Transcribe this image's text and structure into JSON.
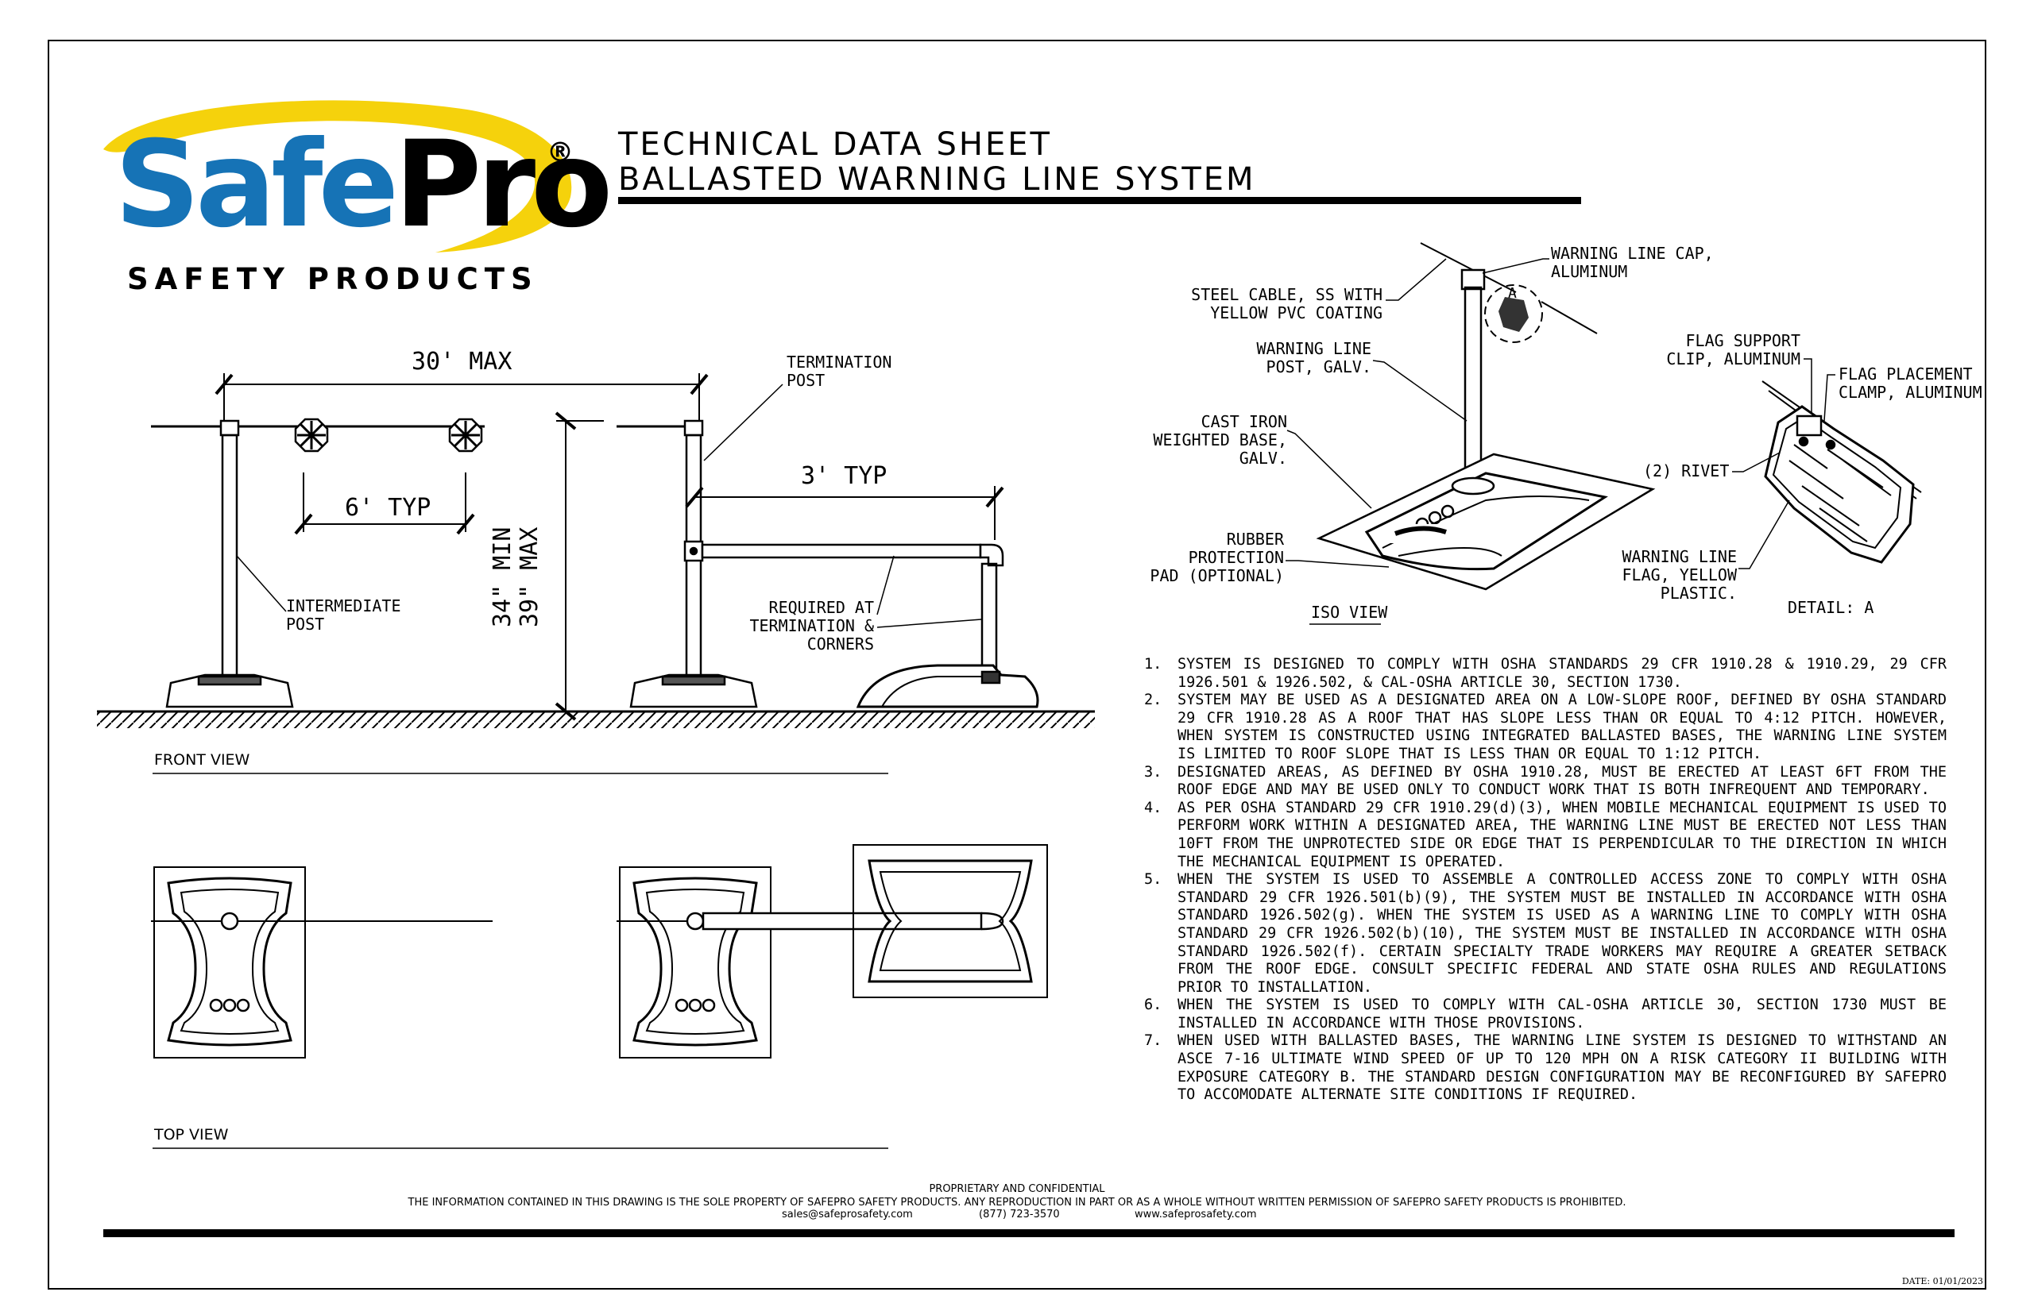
{
  "brand": {
    "logo_safe": "Safe",
    "logo_pro": "Pro",
    "registered": "®",
    "tagline": "SAFETY PRODUCTS"
  },
  "title": {
    "line1": "TECHNICAL DATA SHEET",
    "line2": "BALLASTED WARNING LINE SYSTEM"
  },
  "front_view": {
    "caption": "FRONT VIEW",
    "dim_span": "30' MAX",
    "dim_flag": "6' TYP",
    "dim_brace": "3' TYP",
    "dim_height": "34\" MIN\n39\" MAX",
    "label_intermediate": "INTERMEDIATE\nPOST",
    "label_termination": "TERMINATION\nPOST",
    "label_required": "REQUIRED AT\nTERMINATION &\nCORNERS"
  },
  "top_view": {
    "caption": "TOP VIEW"
  },
  "iso_view": {
    "caption": "ISO VIEW",
    "label_cable": "STEEL CABLE, SS WITH\nYELLOW PVC COATING",
    "label_cap": "WARNING LINE CAP,\nALUMINUM",
    "label_post": "WARNING LINE\nPOST, GALV.",
    "label_base": "CAST IRON\nWEIGHTED BASE,\nGALV.",
    "label_pad": "RUBBER\nPROTECTION\nPAD (OPTIONAL)",
    "detail_marker": "A"
  },
  "detail_a": {
    "caption": "DETAIL: A",
    "label_clip": "FLAG SUPPORT\nCLIP, ALUMINUM",
    "label_clamp": "FLAG PLACEMENT\nCLAMP, ALUMINUM",
    "label_rivet": "(2) RIVET",
    "label_flag": "WARNING LINE\nFLAG, YELLOW\nPLASTIC."
  },
  "notes": [
    {
      "num": "1.",
      "text": "SYSTEM IS DESIGNED TO COMPLY WITH OSHA STANDARDS 29 CFR 1910.28 & 1910.29, 29 CFR 1926.501 & 1926.502, & CAL-OSHA ARTICLE 30, SECTION 1730."
    },
    {
      "num": "2.",
      "text": "SYSTEM MAY BE USED AS A DESIGNATED AREA ON A LOW-SLOPE ROOF, DEFINED BY OSHA STANDARD 29 CFR 1910.28 AS A ROOF THAT HAS SLOPE LESS THAN OR EQUAL TO 4:12 PITCH. HOWEVER, WHEN SYSTEM IS CONSTRUCTED USING INTEGRATED BALLASTED BASES, THE WARNING LINE SYSTEM IS LIMITED TO ROOF SLOPE THAT IS LESS THAN OR EQUAL TO 1:12 PITCH."
    },
    {
      "num": "3.",
      "text": "DESIGNATED AREAS, AS DEFINED BY OSHA 1910.28, MUST BE ERECTED AT LEAST 6FT FROM THE ROOF EDGE AND MAY BE USED ONLY TO CONDUCT WORK THAT IS BOTH INFREQUENT AND TEMPORARY."
    },
    {
      "num": "4.",
      "text": "AS PER OSHA STANDARD 29 CFR 1910.29(d)(3), WHEN MOBILE MECHANICAL EQUIPMENT IS USED TO PERFORM WORK WITHIN A DESIGNATED AREA, THE WARNING LINE MUST BE ERECTED NOT LESS THAN 10FT FROM THE UNPROTECTED SIDE OR EDGE THAT IS PERPENDICULAR TO THE DIRECTION IN WHICH THE MECHANICAL EQUIPMENT IS OPERATED."
    },
    {
      "num": "5.",
      "text": "WHEN THE SYSTEM IS USED TO ASSEMBLE A CONTROLLED ACCESS ZONE TO COMPLY WITH OSHA STANDARD 29 CFR 1926.501(b)(9), THE SYSTEM MUST BE INSTALLED IN ACCORDANCE WITH OSHA STANDARD 1926.502(g). WHEN THE SYSTEM IS USED AS A WARNING LINE TO COMPLY WITH OSHA STANDARD 29 CFR 1926.502(b)(10), THE SYSTEM MUST BE INSTALLED IN ACCORDANCE WITH OSHA STANDARD 1926.502(f). CERTAIN SPECIALTY TRADE WORKERS MAY REQUIRE A GREATER SETBACK FROM THE ROOF EDGE. CONSULT SPECIFIC FEDERAL AND STATE OSHA RULES AND REGULATIONS PRIOR TO INSTALLATION."
    },
    {
      "num": "6.",
      "text": "WHEN THE SYSTEM IS USED TO COMPLY WITH CAL-OSHA ARTICLE 30, SECTION 1730 MUST BE INSTALLED IN ACCORDANCE WITH THOSE PROVISIONS."
    },
    {
      "num": "7.",
      "text": "WHEN USED WITH BALLASTED BASES, THE WARNING LINE SYSTEM IS DESIGNED TO WITHSTAND AN ASCE 7-16 ULTIMATE WIND SPEED OF UP TO 120 MPH ON A RISK CATEGORY II BUILDING WITH EXPOSURE CATEGORY B. THE STANDARD DESIGN CONFIGURATION MAY BE RECONFIGURED BY SAFEPRO TO ACCOMODATE ALTERNATE SITE CONDITIONS IF REQUIRED."
    }
  ],
  "footer": {
    "heading": "PROPRIETARY AND CONFIDENTIAL",
    "statement": "THE INFORMATION CONTAINED IN THIS DRAWING IS THE SOLE PROPERTY OF SAFEPRO SAFETY PRODUCTS. ANY REPRODUCTION IN PART OR AS A WHOLE WITHOUT WRITTEN PERMISSION OF SAFEPRO SAFETY PRODUCTS IS PROHIBITED.",
    "email": "sales@safeprosafety.com",
    "phone": "(877) 723-3570",
    "website": "www.safeprosafety.com",
    "date": "DATE: 01/01/2023"
  },
  "colors": {
    "brand_blue": "#1673b6",
    "brand_yellow": "#f5d20c",
    "ink": "#000000"
  }
}
